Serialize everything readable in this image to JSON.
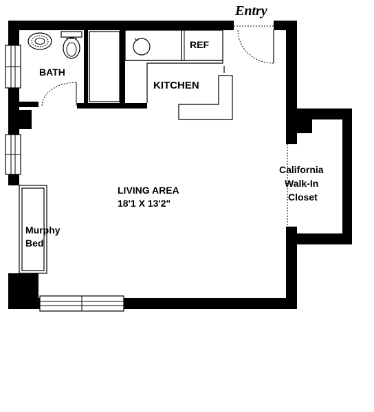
{
  "entry_label": "Entry",
  "rooms": {
    "bath": "BATH",
    "kitchen": "KITCHEN",
    "ref": "REF",
    "living_area": "LIVING AREA",
    "living_dimensions": "18'1 X 13'2\"",
    "closet_line1": "California",
    "closet_line2": "Walk-In",
    "closet_line3": "Closet",
    "murphy_line1": "Murphy",
    "murphy_line2": "Bed"
  },
  "colors": {
    "wall": "#000000",
    "background": "#ffffff"
  }
}
